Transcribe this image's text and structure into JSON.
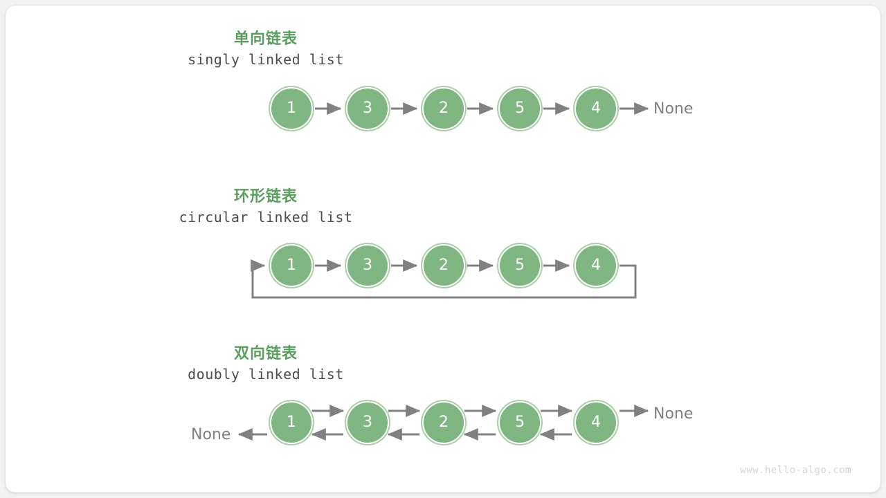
{
  "figure": {
    "background_color": "#f2f2f2",
    "card_color": "#ffffff",
    "accent_color": "#5a9e5e",
    "node_fill": "#7fb682",
    "node_ring": "#a8cfa6",
    "wire_color": "#808080",
    "watermark": "www.hello-algo.com"
  },
  "sections": [
    {
      "title": "单向链表",
      "subtitle": "singly linked list",
      "nodes": [
        "1",
        "3",
        "2",
        "5",
        "4"
      ],
      "tail_label": "None",
      "head_label": ""
    },
    {
      "title": "环形链表",
      "subtitle": "circular linked list",
      "nodes": [
        "1",
        "3",
        "2",
        "5",
        "4"
      ],
      "tail_label": "",
      "head_label": ""
    },
    {
      "title": "双向链表",
      "subtitle": "doubly linked list",
      "nodes": [
        "1",
        "3",
        "2",
        "5",
        "4"
      ],
      "tail_label": "None",
      "head_label": "None"
    }
  ]
}
